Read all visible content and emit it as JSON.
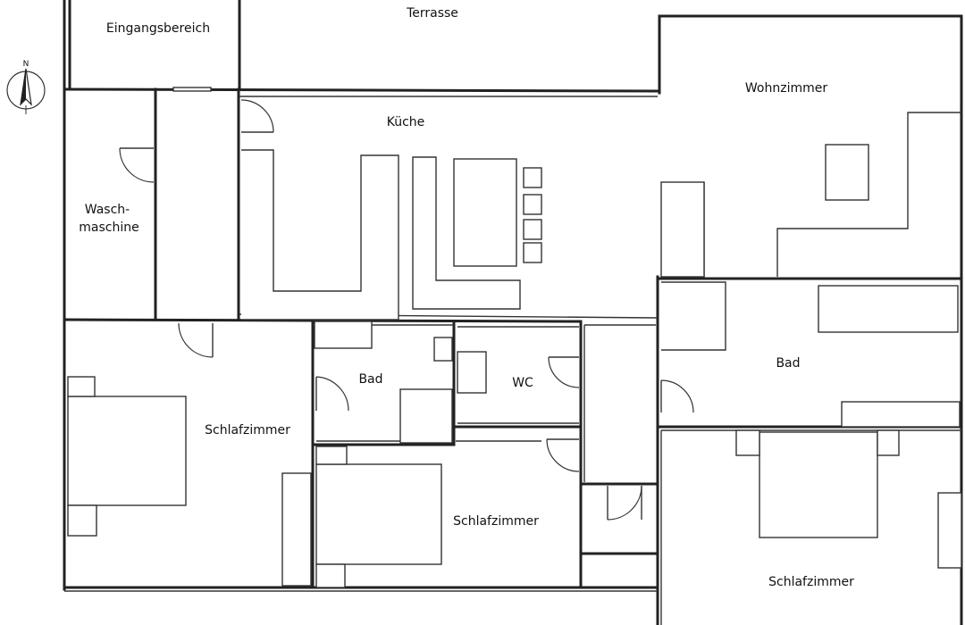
{
  "rooms": {
    "entrance": "Eingangsbereich",
    "terrace": "Terrasse",
    "living": "Wohnzimmer",
    "kitchen": "Küche",
    "laundry_line1": "Wasch-",
    "laundry_line2": "maschine",
    "bedroom_left": "Schlafzimmer",
    "bath_small": "Bad",
    "wc": "WC",
    "bath_right": "Bad",
    "bedroom_middle": "Schlafzimmer",
    "bedroom_right": "Schlafzimmer"
  },
  "compass": {
    "north_label": "N"
  }
}
